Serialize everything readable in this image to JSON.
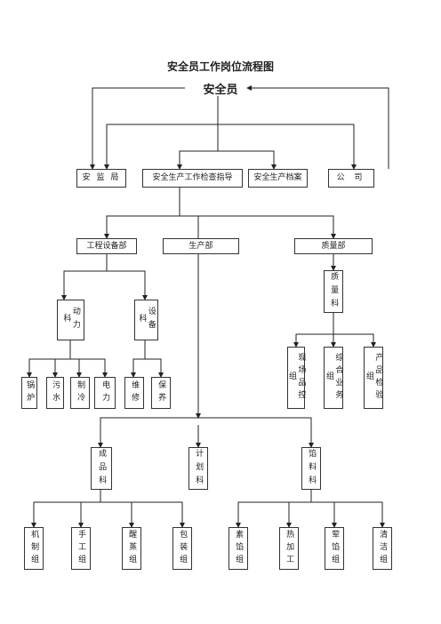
{
  "title": "安全员工作岗位流程图",
  "root": "安全员",
  "level1": {
    "anjianju": "安 监 局",
    "jiancha": "安全生产工作检查指导",
    "dangan": "安全生产档案",
    "gongsi": "公 司"
  },
  "level2": {
    "gongcheng": "工程设备部",
    "shengchan": "生产部",
    "zhiliang": "质量部"
  },
  "zhiliangke": "质量科",
  "dongli": "动力科",
  "shebei": "设备科",
  "dongli_children": [
    "锅炉",
    "污水",
    "制冷",
    "电力"
  ],
  "shebei_children": [
    "维修",
    "保养"
  ],
  "zhiliang_children": [
    "现场品控组",
    "综合业务组",
    "产品检验组"
  ],
  "shengchan_children": {
    "chengpin": "成品科",
    "jihua": "计划科",
    "xianliao": "馅料科"
  },
  "chengpin_children": [
    "机制组",
    "手工组",
    "醒蒸组",
    "包装组"
  ],
  "xianliao_children": [
    "素馅组",
    "热加工",
    "荤馅组",
    "清洁组"
  ]
}
